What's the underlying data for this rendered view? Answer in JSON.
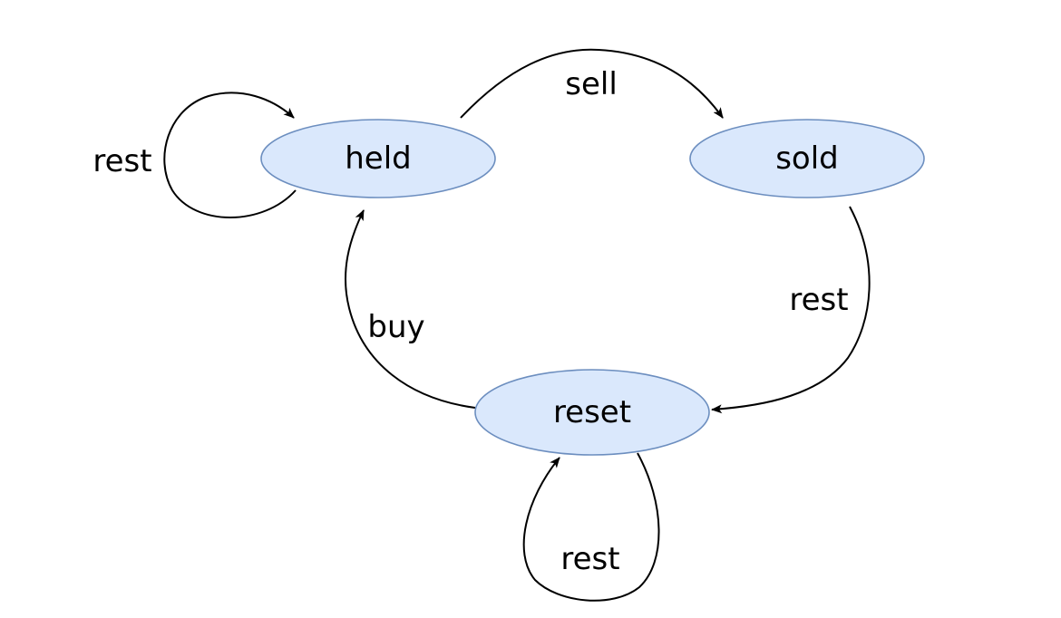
{
  "states": {
    "held": {
      "label": "held"
    },
    "sold": {
      "label": "sold"
    },
    "reset": {
      "label": "reset"
    }
  },
  "transitions": {
    "held_self": {
      "label": "rest"
    },
    "held_to_sold": {
      "label": "sell"
    },
    "sold_to_reset": {
      "label": "rest"
    },
    "reset_to_held": {
      "label": "buy"
    },
    "reset_self": {
      "label": "rest"
    }
  },
  "colors": {
    "state_fill": "#dae8fc",
    "state_stroke": "#6c8ebf",
    "edge": "#000000"
  }
}
